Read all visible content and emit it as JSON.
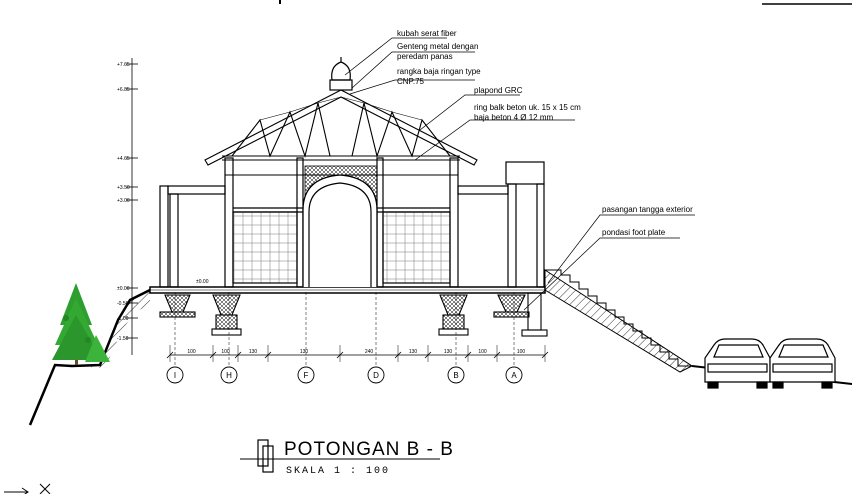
{
  "annotations": {
    "dome": "kubah serat fiber",
    "roof_1": "Genteng metal dengan",
    "roof_2": "peredam panas",
    "truss_1": "rangka baja ringan type",
    "truss_2": "CNP.75",
    "ceiling": "plapond GRC",
    "ringbalk_1": "ring balk beton uk. 15 x 15 cm",
    "ringbalk_2": "baja beton 4 Ø 12 mm",
    "stair": "pasangan tangga exterior",
    "foundation": "pondasi foot plate"
  },
  "levels": [
    "+7.65",
    "+6.85",
    "+4.65",
    "+3.50",
    "+3.00",
    "±0.00",
    "-0.50",
    "-1.00",
    "-1.50"
  ],
  "floor_level": "±0.00",
  "grid_axes": [
    "I",
    "H",
    "F",
    "D",
    "B",
    "A"
  ],
  "dimensions": [
    "100",
    "100",
    "130",
    "130",
    "240",
    "130",
    "130",
    "100",
    "100"
  ],
  "title": {
    "main": "POTONGAN B - B",
    "scale": "SKALA  1 : 100"
  }
}
